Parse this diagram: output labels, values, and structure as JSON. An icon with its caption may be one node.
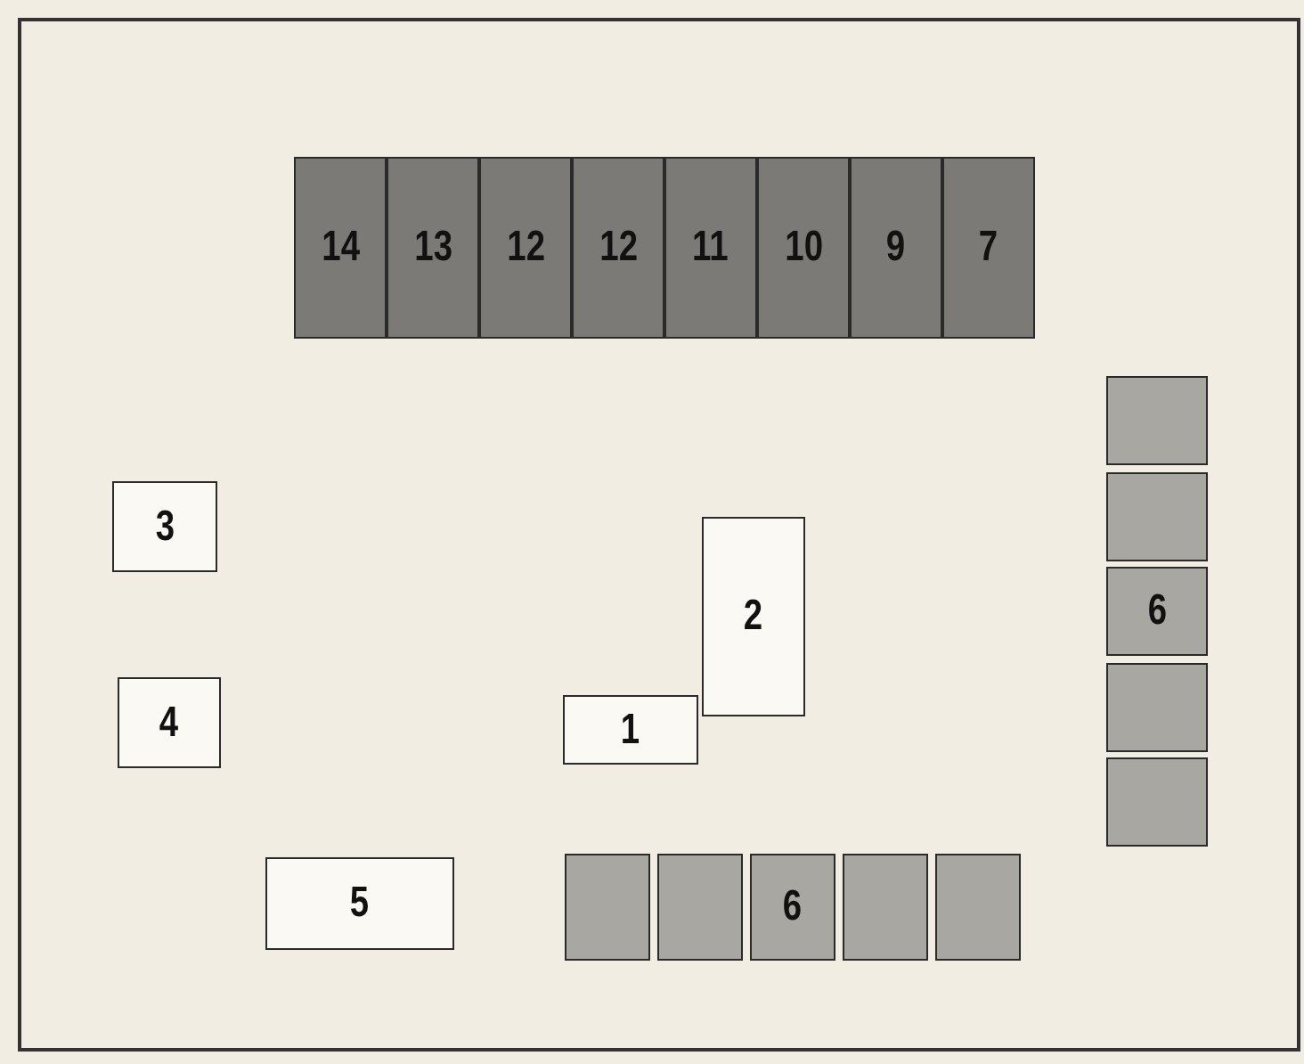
{
  "diagram": {
    "nodes": [
      {
        "text": [
          "14"
        ]
      },
      {
        "text": [
          "13"
        ]
      },
      {
        "text": [
          "12"
        ]
      },
      {
        "text": [
          "12"
        ]
      },
      {
        "text": [
          "11"
        ]
      },
      {
        "text": [
          "10"
        ]
      },
      {
        "text": [
          "9"
        ]
      },
      {
        "text": [
          "7"
        ]
      },
      {
        "text": [],
        "shape": "box"
      },
      {
        "text": [],
        "shape": "box"
      },
      {
        "text": [
          "6"
        ]
      },
      {
        "text": [],
        "shape": "box"
      },
      {
        "text": [],
        "shape": "box"
      },
      {
        "text": [
          "3"
        ]
      },
      {
        "text": [
          "2"
        ]
      },
      {
        "text": [
          "4"
        ]
      },
      {
        "text": [
          "1"
        ]
      },
      {
        "text": [
          "5"
        ]
      },
      {
        "text": [],
        "shape": "box"
      },
      {
        "text": [],
        "shape": "box"
      },
      {
        "text": [
          "6"
        ]
      },
      {
        "text": [],
        "shape": "box"
      },
      {
        "text": [],
        "shape": "box"
      }
    ]
  }
}
